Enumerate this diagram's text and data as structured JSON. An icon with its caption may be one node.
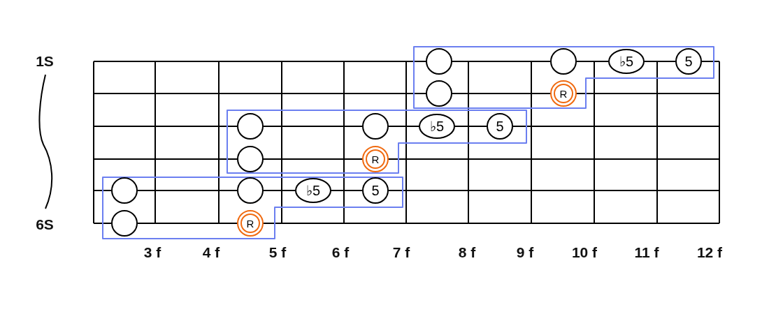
{
  "diagram": {
    "nodes": [
      {
        "text": [],
        "shape": "polygon"
      },
      {
        "text": [],
        "shape": "circle",
        "in": 0
      },
      {
        "text": [],
        "shape": "circle",
        "in": 0
      },
      {
        "text": [
          "♭5"
        ],
        "in": 0
      },
      {
        "text": [
          "5"
        ],
        "in": 0
      },
      {
        "text": [],
        "shape": "circle",
        "in": 0
      },
      {
        "text": [
          "R"
        ],
        "in": 0
      },
      {
        "text": [],
        "shape": "polygon"
      },
      {
        "text": [],
        "shape": "circle",
        "in": 7
      },
      {
        "text": [],
        "shape": "circle",
        "in": 7
      },
      {
        "text": [
          "♭5"
        ],
        "in": 7
      },
      {
        "text": [
          "5"
        ],
        "in": 7
      },
      {
        "text": [],
        "shape": "circle",
        "in": 7
      },
      {
        "text": [
          "R"
        ],
        "in": 7
      },
      {
        "text": [],
        "shape": "polygon"
      },
      {
        "text": [],
        "shape": "circle",
        "in": 14
      },
      {
        "text": [],
        "shape": "circle",
        "in": 14
      },
      {
        "text": [
          "♭5"
        ],
        "in": 14
      },
      {
        "text": [
          "5"
        ],
        "in": 14
      },
      {
        "text": [],
        "shape": "circle",
        "in": 14
      },
      {
        "text": [
          "R"
        ],
        "in": 14
      }
    ],
    "edges": [],
    "labels": [
      "1S",
      "6S",
      "3 f",
      "4 f",
      "5 f",
      "6 f",
      "7 f",
      "8 f",
      "9 f",
      "10 f",
      "11 f",
      "12 f"
    ]
  }
}
